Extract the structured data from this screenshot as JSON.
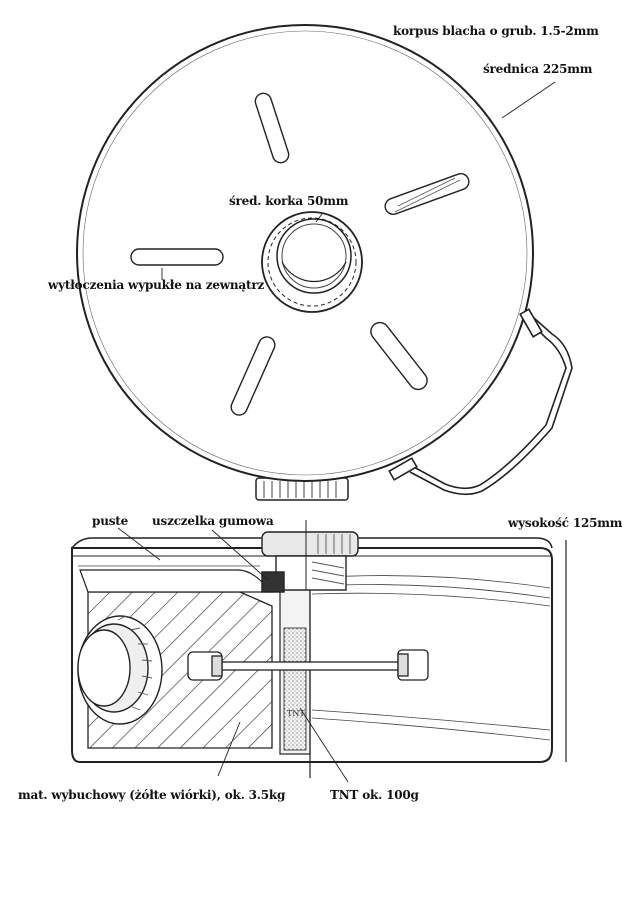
{
  "labels": {
    "body_material": "korpus blacha o grub. 1.5-2mm",
    "diameter": "średnica 225mm",
    "cap_diameter": "śred. korka 50mm",
    "embossing": "wytłoczenia wypukłe na zewnątrz",
    "empty": "puste",
    "gasket": "uszczelka gumowa",
    "height": "wysokość 125mm",
    "explosive": "mat. wybuchowy (żółte wiórki), ok. 3.5kg",
    "tnt": "TNT ok. 100g",
    "tnt_inner": "TNT"
  },
  "colors": {
    "ink": "#222222",
    "paper": "#ffffff",
    "shade": "#cfcfcf"
  }
}
